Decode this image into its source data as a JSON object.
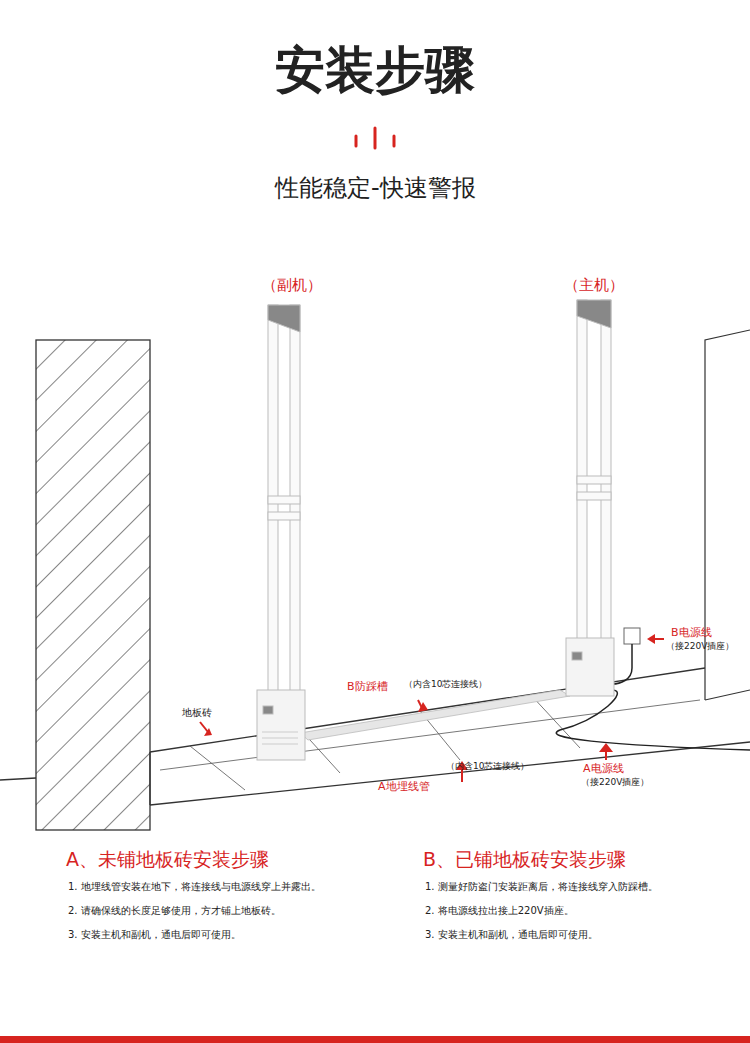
{
  "diagram": {
    "title": "安装步骤",
    "labels": [
      "性能稳定-快速警报",
      "（副机）",
      "（主机）",
      "地板砖",
      "B防踩槽",
      "（内含10芯连接线）",
      "A地埋线管",
      "（内含10芯连接线）",
      "A电源线",
      "（接220V插座）",
      "B电源线",
      "（接220V插座）",
      "A、未铺地板砖安装步骤",
      "1. 地埋线管安装在地下，将连接线与电源线穿上并露出。",
      "2. 请确保线的长度足够使用，方才铺上地板砖。",
      "3. 安装主机和副机，通电后即可使用。",
      "B、已铺地板砖安装步骤",
      "1. 测量好防盗门安装距离后，将连接线穿入防踩槽。",
      "2. 将电源线拉出接上220V插座。",
      "3. 安装主机和副机，通电后即可使用。"
    ]
  }
}
